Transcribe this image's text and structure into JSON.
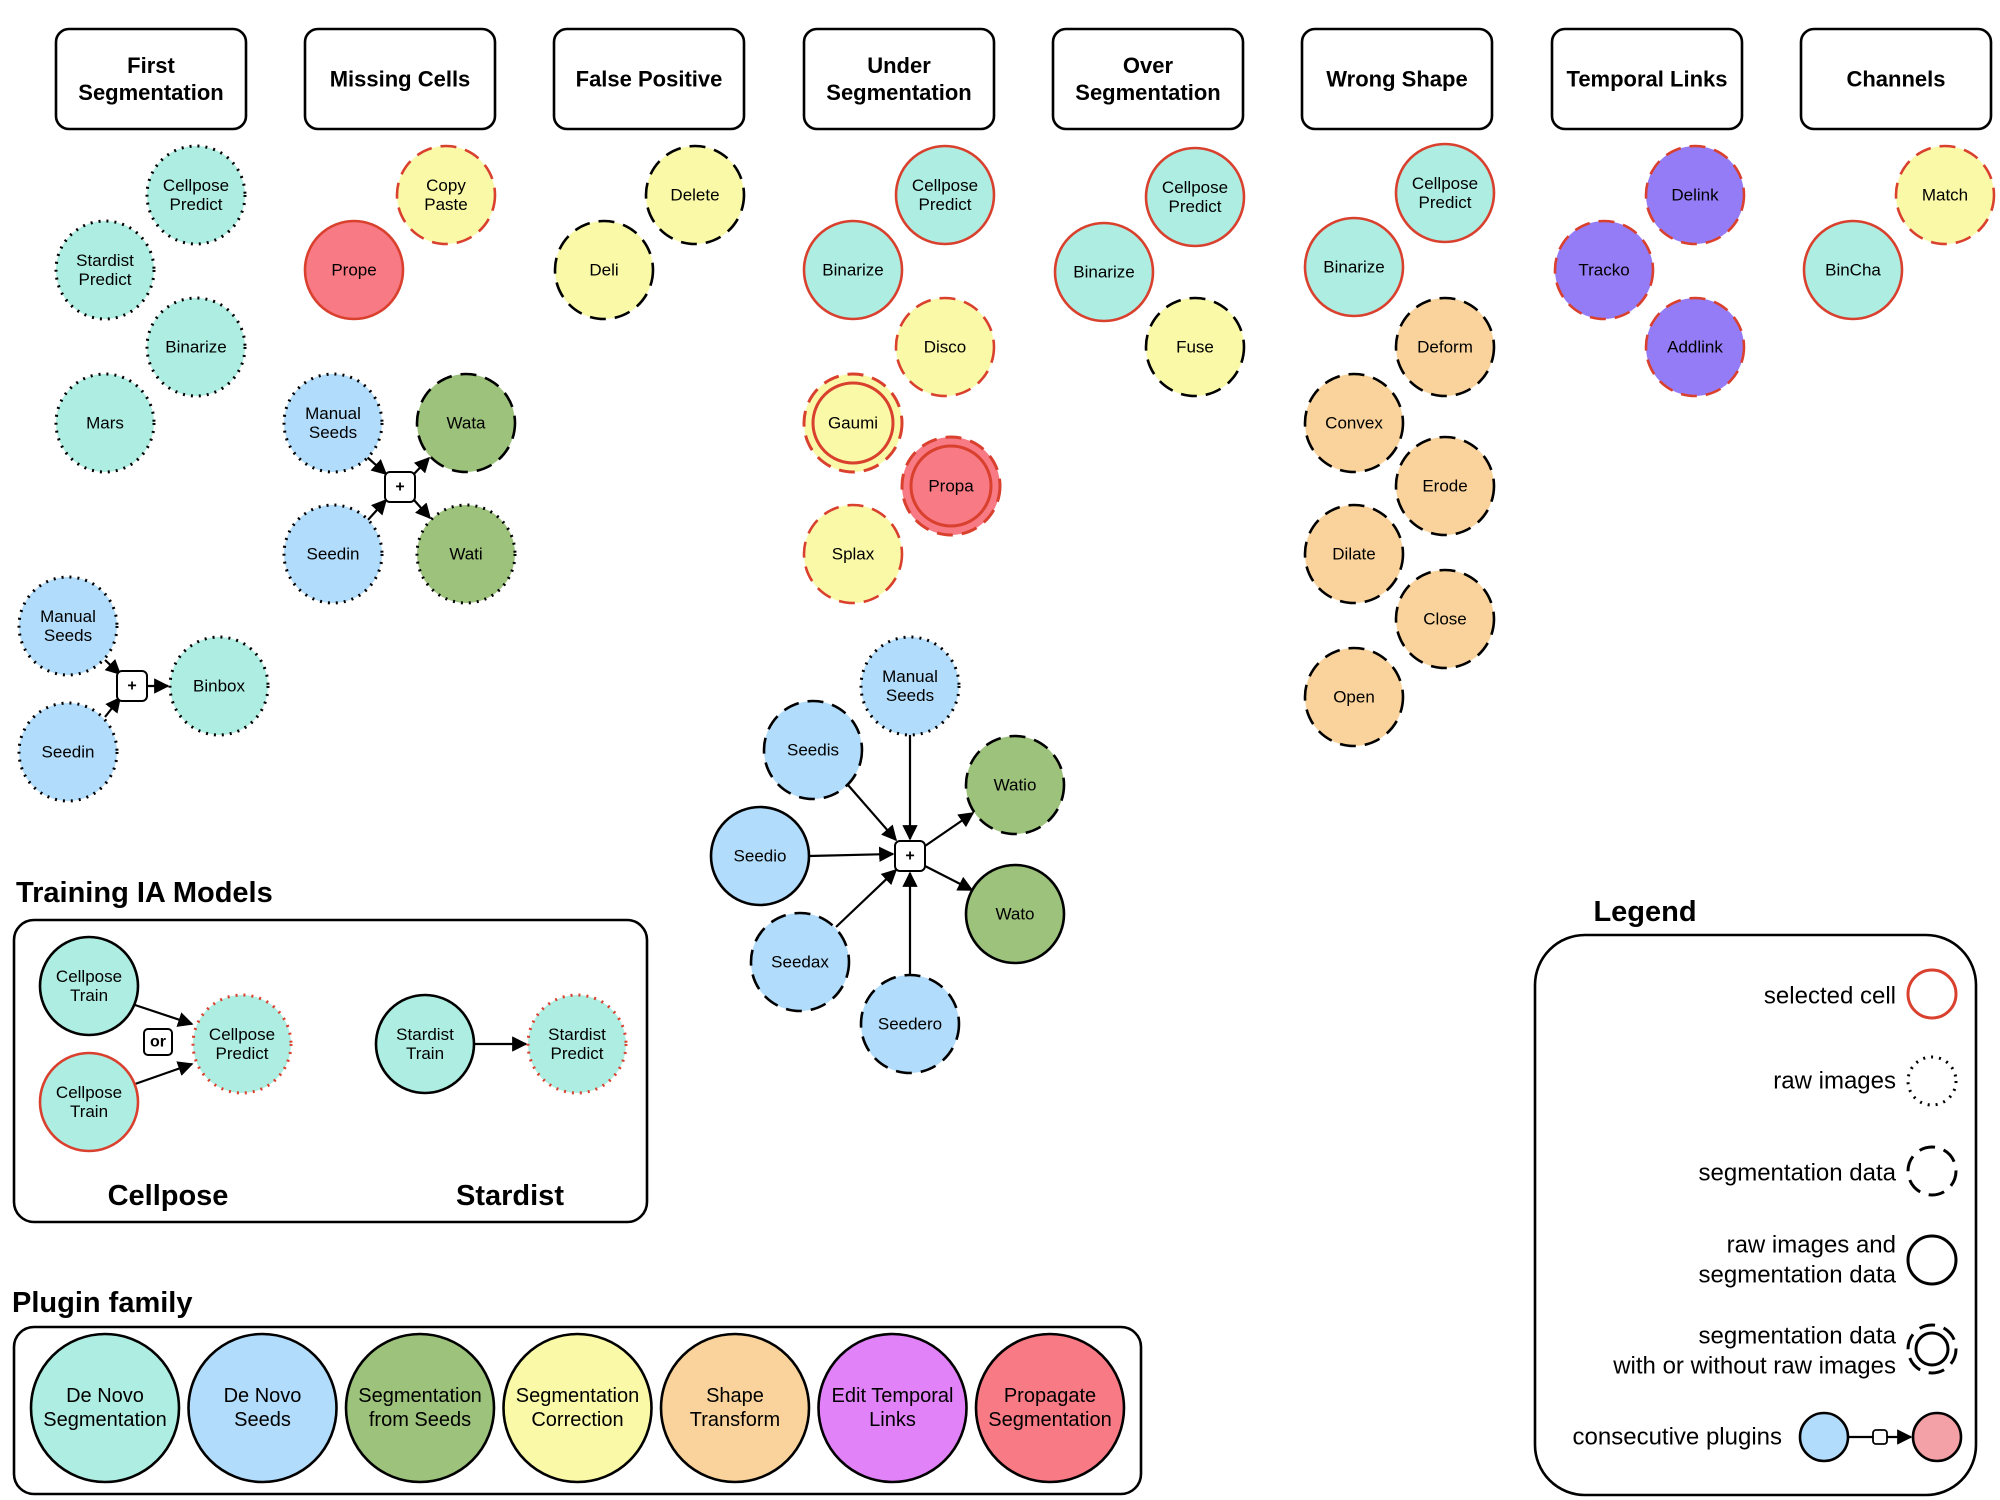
{
  "headers": [
    "First\nSegmentation",
    "Missing Cells",
    "False Positive",
    "Under\nSegmentation",
    "Over\nSegmentation",
    "Wrong Shape",
    "Temporal Links",
    "Channels"
  ],
  "nodes": {
    "fs_cellpose_predict": "Cellpose\nPredict",
    "fs_stardist_predict": "Stardist\nPredict",
    "fs_binarize": "Binarize",
    "fs_mars": "Mars",
    "fs_manual_seeds": "Manual\nSeeds",
    "fs_seedin": "Seedin",
    "fs_binbox": "Binbox",
    "mc_copy_paste": "Copy\nPaste",
    "mc_prope": "Prope",
    "mc_manual_seeds": "Manual\nSeeds",
    "mc_seedin": "Seedin",
    "mc_wata": "Wata",
    "mc_wati": "Wati",
    "fp_delete": "Delete",
    "fp_deli": "Deli",
    "us_cellpose_predict": "Cellpose\nPredict",
    "us_binarize": "Binarize",
    "us_disco": "Disco",
    "us_gaumi": "Gaumi",
    "us_propa": "Propa",
    "us_splax": "Splax",
    "us_manual_seeds": "Manual\nSeeds",
    "us_seedis": "Seedis",
    "us_seedio": "Seedio",
    "us_seedax": "Seedax",
    "us_seedero": "Seedero",
    "us_watio": "Watio",
    "us_wato": "Wato",
    "os_cellpose_predict": "Cellpose\nPredict",
    "os_binarize": "Binarize",
    "os_fuse": "Fuse",
    "ws_cellpose_predict": "Cellpose\nPredict",
    "ws_binarize": "Binarize",
    "ws_deform": "Deform",
    "ws_convex": "Convex",
    "ws_erode": "Erode",
    "ws_dilate": "Dilate",
    "ws_close": "Close",
    "ws_open": "Open",
    "tl_delink": "Delink",
    "tl_tracko": "Tracko",
    "tl_addlink": "Addlink",
    "ch_match": "Match",
    "ch_bincha": "BinCha",
    "tr_cellpose_train_1": "Cellpose\nTrain",
    "tr_cellpose_train_2": "Cellpose\nTrain",
    "tr_cellpose_predict": "Cellpose\nPredict",
    "tr_stardist_train": "Stardist\nTrain",
    "tr_stardist_predict": "Stardist\nPredict"
  },
  "combine_symbol": "+",
  "or_label": "or",
  "training": {
    "title": "Training IA Models",
    "cellpose_label": "Cellpose",
    "stardist_label": "Stardist"
  },
  "legend": {
    "title": "Legend",
    "items": [
      "selected cell",
      "raw images",
      "segmentation data",
      "raw images  and\nsegmentation data",
      "segmentation data\nwith or without raw images",
      "consecutive plugins"
    ]
  },
  "plugin_family": {
    "title": "Plugin family",
    "items": [
      {
        "label": "De Novo\nSegmentation",
        "color": "#aeeee2"
      },
      {
        "label": "De Novo\nSeeds",
        "color": "#b1dcfb"
      },
      {
        "label": "Segmentation\nfrom Seeds",
        "color": "#9dc27b"
      },
      {
        "label": "Segmentation\nCorrection",
        "color": "#f9f9a8"
      },
      {
        "label": "Shape\nTransform",
        "color": "#f9d39b"
      },
      {
        "label": "Edit Temporal\nLinks",
        "color": "#e182f8"
      },
      {
        "label": "Propagate\nSegmentation",
        "color": "#f87a84"
      }
    ]
  },
  "colors": {
    "teal": "#aeeee2",
    "blue": "#b1dcfb",
    "green": "#9dc27b",
    "yellow": "#f9f9a8",
    "orange": "#f9d39b",
    "purple": "#957cf7",
    "magenta": "#e182f8",
    "red": "#f87a84",
    "selected_outline": "#d9402e"
  }
}
